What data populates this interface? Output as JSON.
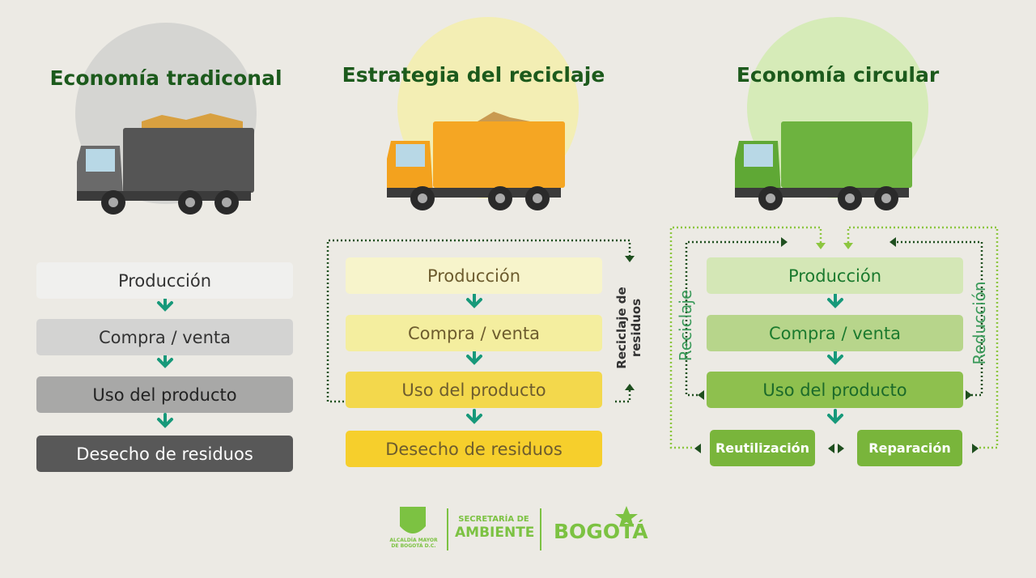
{
  "columns": [
    {
      "title": "Economía tradiconal",
      "steps": [
        "Producción",
        "Compra / venta",
        "Uso del producto",
        "Desecho de residuos"
      ]
    },
    {
      "title": "Estrategia del reciclaje",
      "steps": [
        "Producción",
        "Compra / venta",
        "Uso del producto",
        "Desecho de residuos"
      ],
      "loop_label": "Reciclaje de residuos"
    },
    {
      "title": "Economía circular",
      "steps": [
        "Producción",
        "Compra / venta",
        "Uso del producto"
      ],
      "left_label": "Reciclaje",
      "right_label": "Reducción",
      "bottom": [
        "Reutilización",
        "Reparación"
      ]
    }
  ],
  "logos": {
    "alcaldia": "ALCALDÍA MAYOR DE BOGOTÁ D.C.",
    "secretaria_line1": "SECRETARÍA DE",
    "secretaria_line2": "AMBIENTE",
    "bogota": "BOGOTÁ"
  },
  "colors": {
    "title": "#1c5a1c",
    "arrow": "#17997a",
    "logo": "#7cc242"
  }
}
